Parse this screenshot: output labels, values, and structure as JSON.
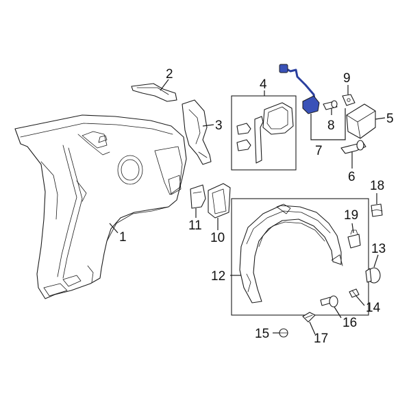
{
  "callouts": [
    {
      "id": "1",
      "label": "1"
    },
    {
      "id": "2",
      "label": "2"
    },
    {
      "id": "3",
      "label": "3"
    },
    {
      "id": "4",
      "label": "4"
    },
    {
      "id": "5",
      "label": "5"
    },
    {
      "id": "6",
      "label": "6"
    },
    {
      "id": "7",
      "label": "7"
    },
    {
      "id": "8",
      "label": "8"
    },
    {
      "id": "9",
      "label": "9"
    },
    {
      "id": "10",
      "label": "10"
    },
    {
      "id": "11",
      "label": "11"
    },
    {
      "id": "12",
      "label": "12"
    },
    {
      "id": "13",
      "label": "13"
    },
    {
      "id": "14",
      "label": "14"
    },
    {
      "id": "15",
      "label": "15"
    },
    {
      "id": "16",
      "label": "16"
    },
    {
      "id": "17",
      "label": "17"
    },
    {
      "id": "18",
      "label": "18"
    },
    {
      "id": "19",
      "label": "19"
    }
  ],
  "colors": {
    "line": "#1a1a1a",
    "highlight": "#2a3f9e"
  }
}
